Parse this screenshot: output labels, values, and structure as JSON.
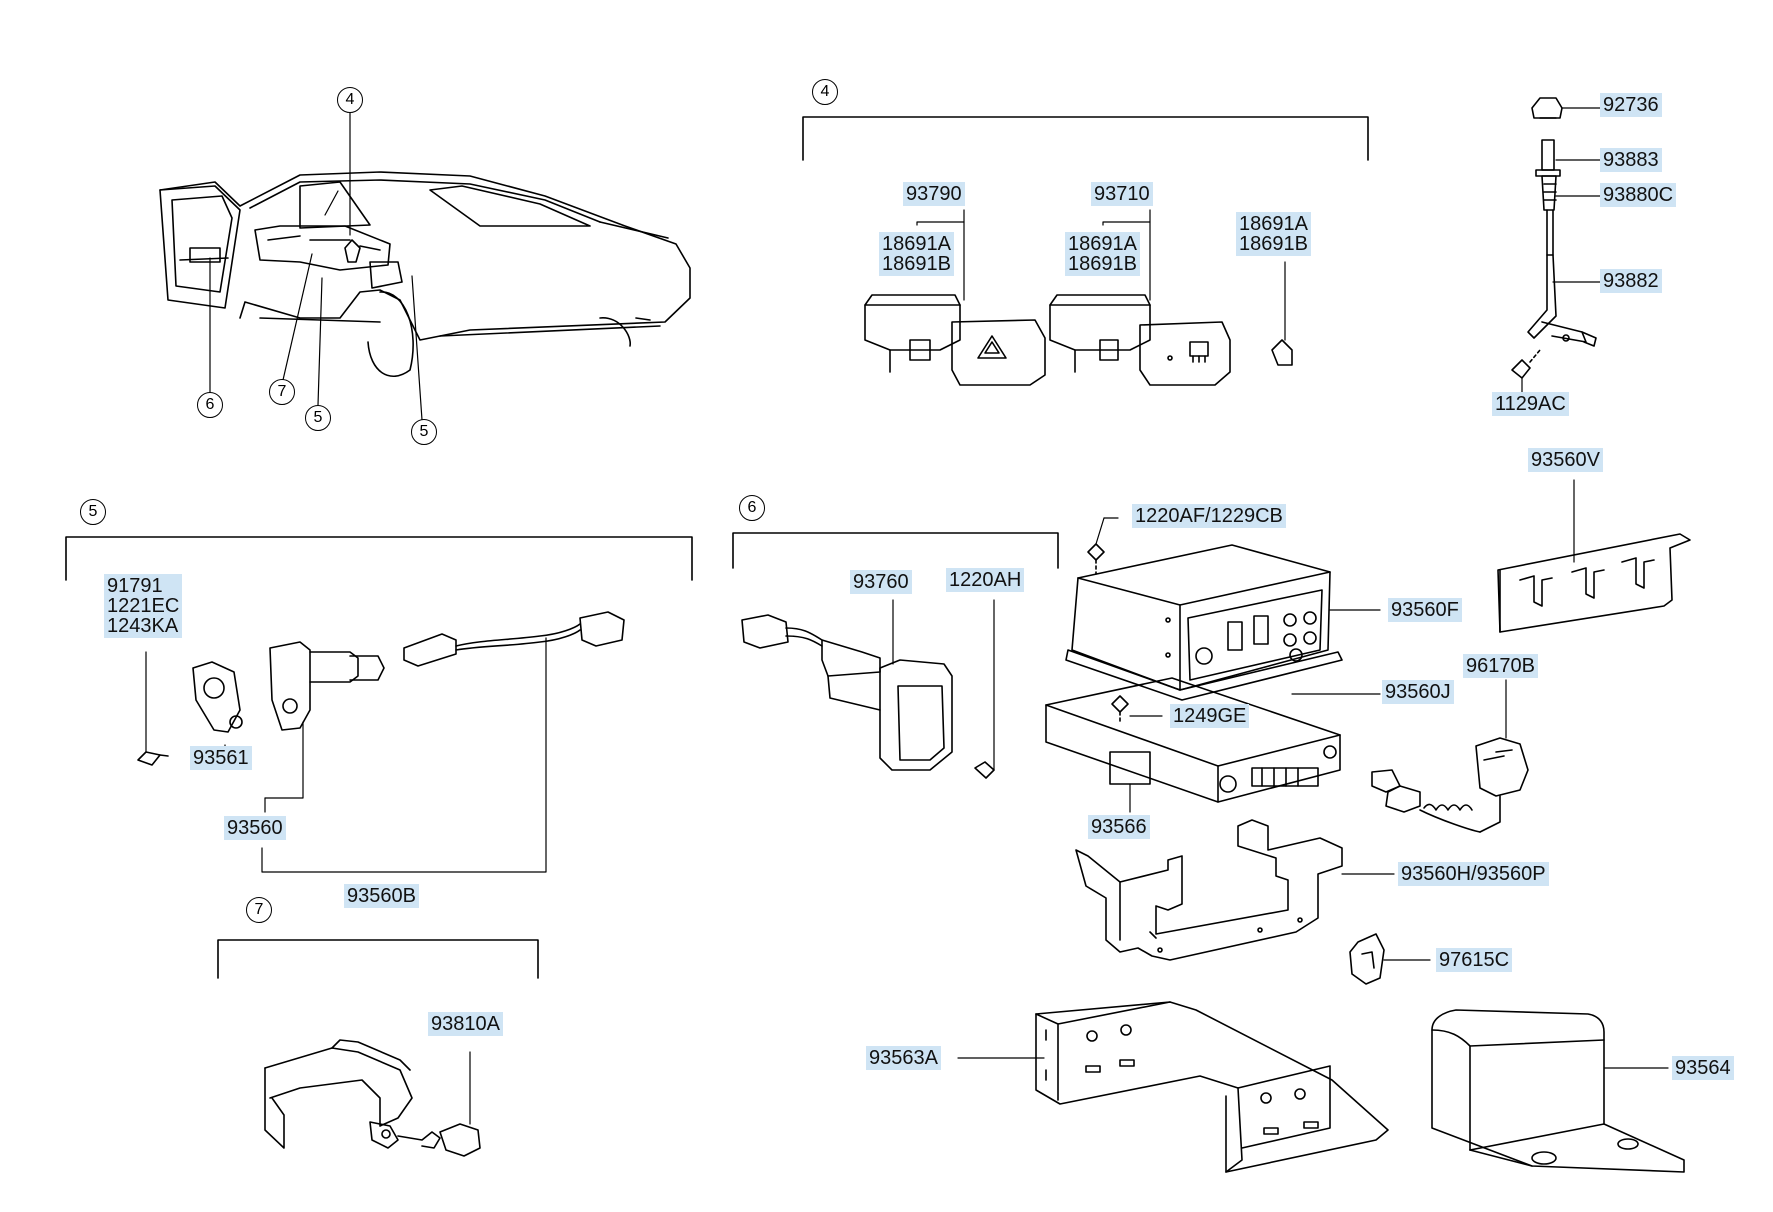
{
  "callouts": {
    "car_4": "4",
    "car_5a": "5",
    "car_5b": "5",
    "car_6": "6",
    "car_7": "7",
    "group_4": "4",
    "group_5": "5",
    "group_6": "6",
    "group_7": "7"
  },
  "parts": {
    "p93790": "93790",
    "p93790_sub": [
      "18691A",
      "18691B"
    ],
    "p93710": "93710",
    "p93710_sub": [
      "18691A",
      "18691B"
    ],
    "p18691_bulb": [
      "18691A",
      "18691B"
    ],
    "p92736": "92736",
    "p93883": "93883",
    "p93880C": "93880C",
    "p93882": "93882",
    "p1129AC": "1129AC",
    "p93560V": "93560V",
    "p1220AF": "1220AF/1229CB",
    "p93560F": "93560F",
    "p96170B": "96170B",
    "p93560J": "93560J",
    "p1249GE": "1249GE",
    "p93566": "93566",
    "p93560H": "93560H/93560P",
    "p97615C": "97615C",
    "p93563A": "93563A",
    "p93564": "93564",
    "p91791_stack": [
      "91791",
      "1221EC",
      "1243KA"
    ],
    "p93561": "93561",
    "p93560": "93560",
    "p93560B": "93560B",
    "p93760": "93760",
    "p1220AH": "1220AH",
    "p93810A": "93810A"
  }
}
